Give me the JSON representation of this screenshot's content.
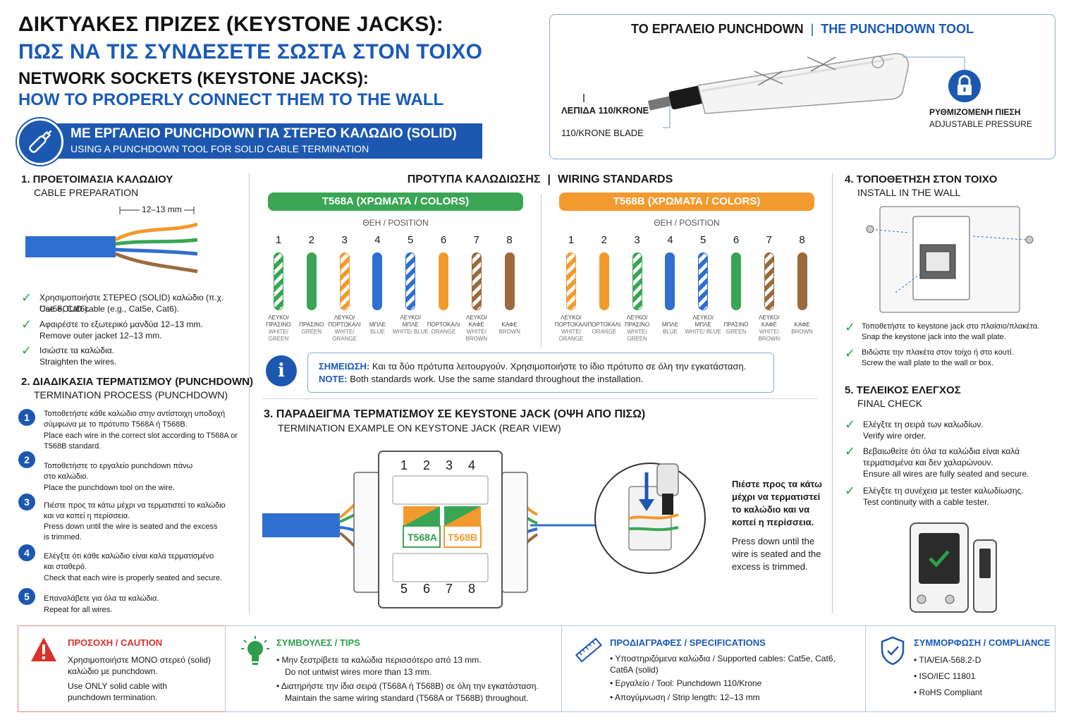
{
  "header": {
    "title_el_1": "ΔΙΚΤΥΑΚΕΣ ΠΡΙΖΕΣ (KEYSTONE JACKS):",
    "title_el_2": "ΠΩΣ ΝΑ ΤΙΣ ΣΥΝΔΕΣΕΤΕ ΣΩΣΤΑ ΣΤΟΝ ΤΟΙΧΟ",
    "title_en_1": "NETWORK SOCKETS (KEYSTONE JACKS):",
    "title_en_2": "HOW TO PROPERLY CONNECT THEM TO THE WALL",
    "banner_el": "ΜΕ ΕΡΓΑΛΕΙΟ PUNCHDOWN ΓΙΑ ΣΤΕΡΕΟ ΚΑΛΩΔΙΟ (SOLID)",
    "banner_en": "USING A PUNCHDOWN TOOL FOR SOLID CABLE TERMINATION"
  },
  "tool": {
    "title_el": "ΤΟ ΕΡΓΑΛΕΙΟ PUNCHDOWN",
    "divider": "|",
    "title_en": "THE PUNCHDOWN TOOL",
    "blade_el": "ΛΕΠΙΔΑ 110/KRONE",
    "blade_en": "110/KRONE BLADE",
    "pressure_el": "ΡΥΘΜΙΖΟΜΕΝΗ ΠΙΕΣΗ",
    "pressure_en": "ADJUSTABLE PRESSURE"
  },
  "prep": {
    "title": "1. ΠΡΟΕΤΟΙΜΑΣΙΑ ΚΑΛΩΔΙΟΥ",
    "subtitle": "CABLE PREPARATION",
    "measure": "12–13 mm",
    "checks": [
      {
        "el": "Χρησιμοποιήστε ΣΤΕΡΕΟ (SOLID) καλώδιο (π.χ. Cat5e, Cat6).",
        "en": "Use SOLID cable (e.g., Cat5e, Cat6)."
      },
      {
        "el": "Αφαιρέστε το εξωτερικό μανδύα 12–13 mm.",
        "en": "Remove outer jacket 12–13 mm."
      },
      {
        "el": "Ισιώστε τα καλώδια.",
        "en": "Straighten the wires."
      }
    ]
  },
  "process": {
    "title": "2. ΔΙΑΔΙΚΑΣΙΑ ΤΕΡΜΑΤΙΣΜΟΥ (PUNCHDOWN)",
    "subtitle": "TERMINATION PROCESS (PUNCHDOWN)",
    "steps": [
      {
        "n": "1",
        "el": "Τοποθετήστε κάθε καλώδιο στην αντίστοιχη υποδοχή σύμφωνα με το πρότυπο T568A ή T568B.",
        "en": "Place each wire in the correct slot according to T568A or T568B standard."
      },
      {
        "n": "2",
        "el": "Τοποθετήστε το εργαλείο punchdown πάνω στο καλώδιο.",
        "en": "Place the punchdown tool on the wire."
      },
      {
        "n": "3",
        "el": "Πιέστε προς τα κάτω μέχρι να τερματιστεί το καλώδιο και να κοπεί η περίσσεια.",
        "en": "Press down until the wire is seated and the excess is trimmed."
      },
      {
        "n": "4",
        "el": "Ελέγξτε ότι κάθε καλώδιο είναι καλά τερματισμένο και σταθερό.",
        "en": "Check that each wire is properly seated and secure."
      },
      {
        "n": "5",
        "el": "Επαναλάβετε για όλα τα καλώδια.",
        "en": "Repeat for all wires."
      }
    ]
  },
  "standards": {
    "title_el": "ΠΡΟΤΥΠΑ ΚΑΛΩΔΙΩΣΗΣ",
    "divider": "|",
    "title_en": "WIRING STANDARDS",
    "position_label": "ΘΕΗ / POSITION",
    "t568a": {
      "label": "T568A (ΧΡΩΜΑΤΑ / COLORS)",
      "color": "#3aa655",
      "wires": [
        {
          "pos": "1",
          "el": "ΛΕΥΚΟ/ ΠΡΑΣΙΝΟ",
          "en": "WHITE/ GREEN",
          "color": "#3aa655",
          "striped": true
        },
        {
          "pos": "2",
          "el": "ΠΡΑΣΙΝΟ",
          "en": "GREEN",
          "color": "#3aa655",
          "striped": false
        },
        {
          "pos": "3",
          "el": "ΛΕΥΚΟ/ ΠΟΡΤΟΚΑΛΙ",
          "en": "WHITE/ ORANGE",
          "color": "#f39a2e",
          "striped": true
        },
        {
          "pos": "4",
          "el": "ΜΠΛΕ",
          "en": "BLUE",
          "color": "#2f6fcf",
          "striped": false
        },
        {
          "pos": "5",
          "el": "ΛΕΥΚΟ/ ΜΠΛΕ",
          "en": "WHITE/ BLUE",
          "color": "#2f6fcf",
          "striped": true
        },
        {
          "pos": "6",
          "el": "ΠΟΡΤΟΚΑΛΙ",
          "en": "ORANGE",
          "color": "#f39a2e",
          "striped": false
        },
        {
          "pos": "7",
          "el": "ΛΕΥΚΟ/ ΚΑΦΕ",
          "en": "WHITE/ BROWN",
          "color": "#9a6a3e",
          "striped": true
        },
        {
          "pos": "8",
          "el": "ΚΑΦΕ",
          "en": "BROWN",
          "color": "#9a6a3e",
          "striped": false
        }
      ]
    },
    "t568b": {
      "label": "T568B (ΧΡΩΜΑΤΑ / COLORS)",
      "color": "#f39a2e",
      "wires": [
        {
          "pos": "1",
          "el": "ΛΕΥΚΟ/ ΠΟΡΤΟΚΑΛΙ",
          "en": "WHITE/ ORANGE",
          "color": "#f39a2e",
          "striped": true
        },
        {
          "pos": "2",
          "el": "ΠΟΡΤΟΚΑΛΙ",
          "en": "ORANGE",
          "color": "#f39a2e",
          "striped": false
        },
        {
          "pos": "3",
          "el": "ΛΕΥΚΟ/ ΠΡΑΣΙΝΟ",
          "en": "WHITE/ GREEN",
          "color": "#3aa655",
          "striped": true
        },
        {
          "pos": "4",
          "el": "ΜΠΛΕ",
          "en": "BLUE",
          "color": "#2f6fcf",
          "striped": false
        },
        {
          "pos": "5",
          "el": "ΛΕΥΚΟ/ ΜΠΛΕ",
          "en": "WHITE/ BLUE",
          "color": "#2f6fcf",
          "striped": true
        },
        {
          "pos": "6",
          "el": "ΠΡΑΣΙΝΟ",
          "en": "GREEN",
          "color": "#3aa655",
          "striped": false
        },
        {
          "pos": "7",
          "el": "ΛΕΥΚΟ/ ΚΑΦΕ",
          "en": "WHITE/ BROWN",
          "color": "#9a6a3e",
          "striped": true
        },
        {
          "pos": "8",
          "el": "ΚΑΦΕ",
          "en": "BROWN",
          "color": "#9a6a3e",
          "striped": false
        }
      ]
    },
    "note_el_label": "ΣΗΜΕΙΩΣΗ:",
    "note_el": "Και τα δύο πρότυπα λειτουργούν. Χρησιμοποιήστε το ίδιο πρότυπο σε όλη την εγκατάσταση.",
    "note_en_label": "NOTE:",
    "note_en": "Both standards work. Use the same standard throughout the installation."
  },
  "example": {
    "title": "3. ΠΑΡΑΔΕΙΓΜΑ ΤΕΡΜΑΤΙΣΜΟΥ ΣΕ KEYSTONE JACK (ΟΨΗ ΑΠΟ ΠΙΣΩ)",
    "subtitle": "TERMINATION EXAMPLE ON KEYSTONE JACK (REAR VIEW)",
    "top_nums": [
      "1",
      "2",
      "3",
      "4"
    ],
    "bottom_nums": [
      "5",
      "6",
      "7",
      "8"
    ],
    "label_a": "T568A",
    "label_b": "T568B",
    "press_el": "Πιέστε προς τα κάτω μέχρι να τερματιστεί το καλώδιο και να κοπεί η περίσσεια.",
    "press_en": "Press down until the wire is seated and the excess is trimmed."
  },
  "install": {
    "title": "4. ΤΟΠΟΘΕΤΗΣΗ ΣΤΟΝ ΤΟΙΧΟ",
    "subtitle": "INSTALL IN THE WALL",
    "checks": [
      {
        "el": "Τοποθετήστε το keystone jack στο πλαίσιο/πλακέτα.",
        "en": "Snap the keystone jack into the wall plate."
      },
      {
        "el": "Βιδώστε την πλακέτα στον τοίχο ή στο κουτί.",
        "en": "Screw the wall plate to the wall or box."
      }
    ]
  },
  "final": {
    "title": "5. ΤΕΛΕΙΚΟΣ ΕΛΕΓΧΟΣ",
    "subtitle": "FINAL CHECK",
    "checks": [
      {
        "el": "Ελέγξτε τη σειρά των καλωδίων.",
        "en": "Verify wire order."
      },
      {
        "el": "Βεβαιωθείτε ότι όλα τα καλώδια είναι καλά τερματισμένα και δεν χαλαρώνουν.",
        "en": "Ensure all wires are fully seated and secure."
      },
      {
        "el": "Ελέγξτε τη συνέχεια με tester καλωδίωσης.",
        "en": "Test continuity with a cable tester."
      }
    ]
  },
  "caution": {
    "title": "ΠΡΟΣΟΧΗ / CAUTION",
    "color": "#d9312b",
    "el": "Χρησιμοποιήστε ΜΟΝΟ στερεό (solid) καλώδιο με punchdown.",
    "en": "Use ONLY solid cable with punchdown termination."
  },
  "tips": {
    "title": "ΣΥΜΒΟΥΛΕΣ / TIPS",
    "color": "#2e9e4a",
    "items": [
      {
        "el": "Μην ξεστρίβετε τα καλώδια περισσότερο από 13 mm.",
        "en": "Do not untwist wires more than 13 mm."
      },
      {
        "el": "Διατηρήστε την ίδια σειρά (T568A ή T568B) σε όλη την εγκατάσταση.",
        "en": "Maintain the same wiring standard (T568A or T568B) throughout."
      }
    ]
  },
  "specs": {
    "title": "ΠΡΟΔΙΑΓΡΑΦΕΣ / SPECIFICATIONS",
    "items": [
      "Υποστηριζόμενα καλώδια / Supported cables: Cat5e, Cat6, Cat6A (solid)",
      "Εργαλείο / Tool: Punchdown 110/Krone",
      "Απογύμνωση / Strip length: 12–13 mm"
    ]
  },
  "compliance": {
    "title": "ΣΥΜΜΟΡΦΩΣΗ / COMPLIANCE",
    "items": [
      "TIA/EIA-568.2-D",
      "ISO/IEC 11801",
      "RoHS Compliant"
    ]
  },
  "colors": {
    "brand_blue": "#1d58b0",
    "check_green": "#2e9e4a"
  }
}
